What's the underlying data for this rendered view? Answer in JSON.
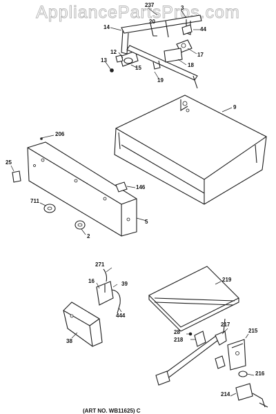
{
  "watermark": "AppliancePartsPros.com",
  "callouts": {
    "c237": "237",
    "c3": "3",
    "c14": "14",
    "c20": "20",
    "c44": "44",
    "c17": "17",
    "c12": "12",
    "c13": "13",
    "c15": "15",
    "c18": "18",
    "c19": "19",
    "c9": "9",
    "c206": "206",
    "c25": "25",
    "c146": "146",
    "c711": "711",
    "c5": "5",
    "c2": "2",
    "c271": "271",
    "c16": "16",
    "c39": "39",
    "c444": "444",
    "c38": "38",
    "c219": "219",
    "c28": "28",
    "c218": "218",
    "c217": "217",
    "c215": "215",
    "c216": "216",
    "c214": "214"
  },
  "art_number": "(ART NO. WB11625) C"
}
